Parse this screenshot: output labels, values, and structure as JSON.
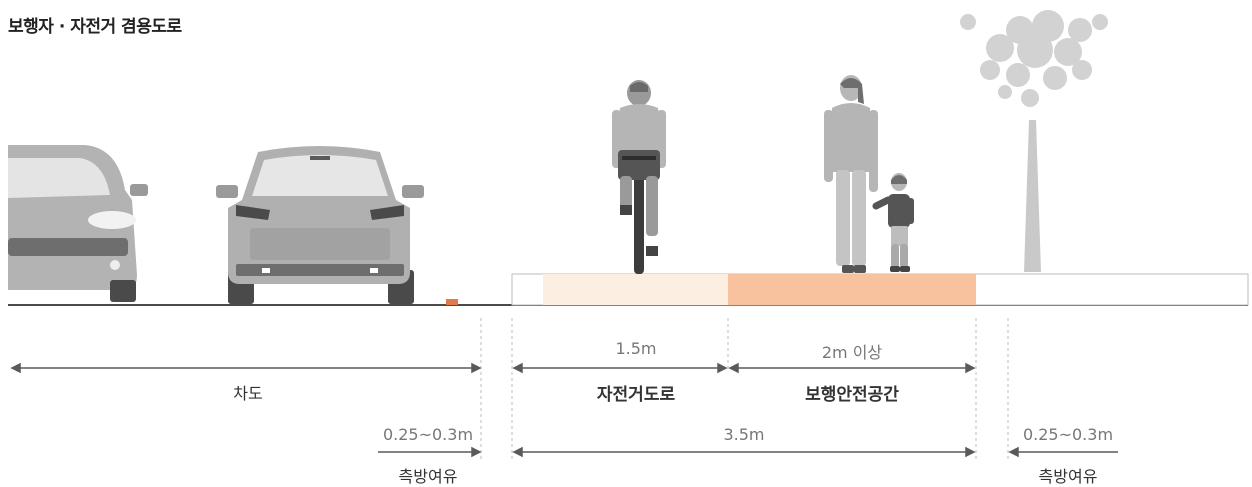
{
  "title": "보행자 · 자전거 겸용도로",
  "labels": {
    "roadway": "차도",
    "lateral_margin_left_width": "0.25~0.3m",
    "lateral_margin_left": "측방여유",
    "bike_width": "1.5m",
    "bike_lane": "자전거도로",
    "ped_width": "2m 이상",
    "ped_zone": "보행안전공간",
    "total_width": "3.5m",
    "lateral_margin_right_width": "0.25~0.3m",
    "lateral_margin_right": "측방여유"
  },
  "colors": {
    "bike_lane_fill": "#fdeee2",
    "ped_zone_fill": "#f7c29d",
    "figure_gray": "#a9a9a9",
    "dark_gray": "#4a4a4a",
    "curb_marker": "#e07a4a"
  }
}
